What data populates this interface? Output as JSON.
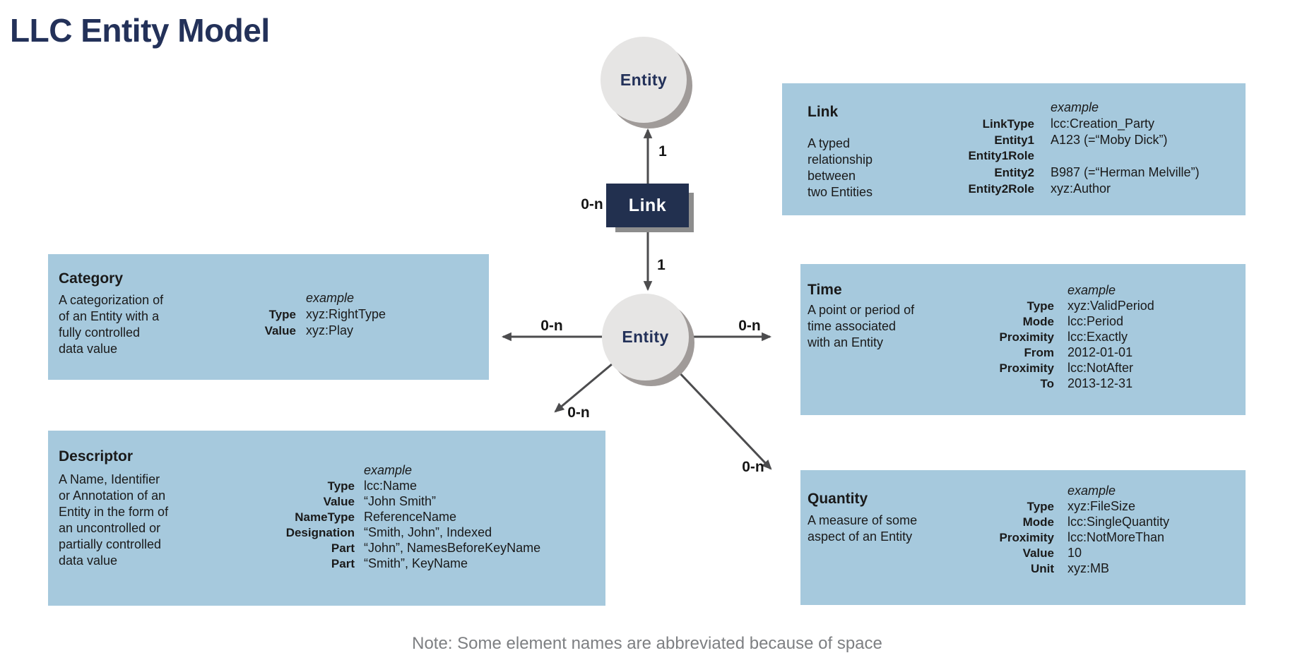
{
  "title": "LLC Entity Model",
  "note": "Note: Some element names are abbreviated because of space",
  "colors": {
    "panel_blue": "#a6c9dd",
    "navy": "#22304f",
    "title_navy": "#233159",
    "circle_fill": "#e6e5e4",
    "circle_shadow": "#a09b99",
    "bevel_gray": "#8d8d8d",
    "arrow_gray": "#4c4c4e",
    "note_gray": "#7d7f82"
  },
  "diagram": {
    "entity_top_label": "Entity",
    "entity_center_label": "Entity",
    "link_node_label": "Link",
    "edge_labels": {
      "link_to_top_entity": "1",
      "link_to_center_entity": "1",
      "link_side": "0-n",
      "category": "0-n",
      "time": "0-n",
      "descriptor": "0-n",
      "quantity": "0-n"
    }
  },
  "panels": {
    "link": {
      "title": "Link",
      "description": [
        "A typed",
        "relationship",
        "between",
        "two Entities"
      ],
      "example_label": "example",
      "rows": [
        {
          "key": "LinkType",
          "value": "lcc:Creation_Party"
        },
        {
          "key": "Entity1",
          "value": "A123 (=“Moby Dick”)"
        },
        {
          "key": "Entity1Role",
          "value": ""
        },
        {
          "key": "Entity2",
          "value": "B987 (=“Herman Melville”)"
        },
        {
          "key": "Entity2Role",
          "value": "xyz:Author"
        }
      ]
    },
    "category": {
      "title": "Category",
      "description": [
        "A categorization of",
        "of an Entity with a",
        "fully controlled",
        "data value"
      ],
      "example_label": "example",
      "rows": [
        {
          "key": "Type",
          "value": "xyz:RightType"
        },
        {
          "key": "Value",
          "value": "xyz:Play"
        }
      ]
    },
    "time": {
      "title": "Time",
      "description": [
        "A point or period of",
        "time associated",
        "with an Entity"
      ],
      "example_label": "example",
      "rows": [
        {
          "key": "Type",
          "value": "xyz:ValidPeriod"
        },
        {
          "key": "Mode",
          "value": "lcc:Period"
        },
        {
          "key": "Proximity",
          "value": "lcc:Exactly"
        },
        {
          "key": "From",
          "value": "2012-01-01"
        },
        {
          "key": "Proximity",
          "value": "lcc:NotAfter"
        },
        {
          "key": "To",
          "value": "2013-12-31"
        }
      ]
    },
    "descriptor": {
      "title": "Descriptor",
      "description": [
        "A Name, Identifier",
        "or Annotation of an",
        "Entity in the form of",
        "an uncontrolled or",
        "partially controlled",
        "data value"
      ],
      "example_label": "example",
      "rows": [
        {
          "key": "Type",
          "value": "lcc:Name"
        },
        {
          "key": "Value",
          "value": "“John Smith”"
        },
        {
          "key": "NameType",
          "value": "ReferenceName"
        },
        {
          "key": "Designation",
          "value": "“Smith, John”, Indexed"
        },
        {
          "key": "Part",
          "value": "“John”, NamesBeforeKeyName"
        },
        {
          "key": "Part",
          "value": "“Smith”, KeyName"
        }
      ]
    },
    "quantity": {
      "title": "Quantity",
      "description": [
        "A measure of some",
        "aspect of an Entity"
      ],
      "example_label": "example",
      "rows": [
        {
          "key": "Type",
          "value": "xyz:FileSize"
        },
        {
          "key": "Mode",
          "value": "lcc:SingleQuantity"
        },
        {
          "key": "Proximity",
          "value": "lcc:NotMoreThan"
        },
        {
          "key": "Value",
          "value": "10"
        },
        {
          "key": "Unit",
          "value": "xyz:MB"
        }
      ]
    }
  }
}
